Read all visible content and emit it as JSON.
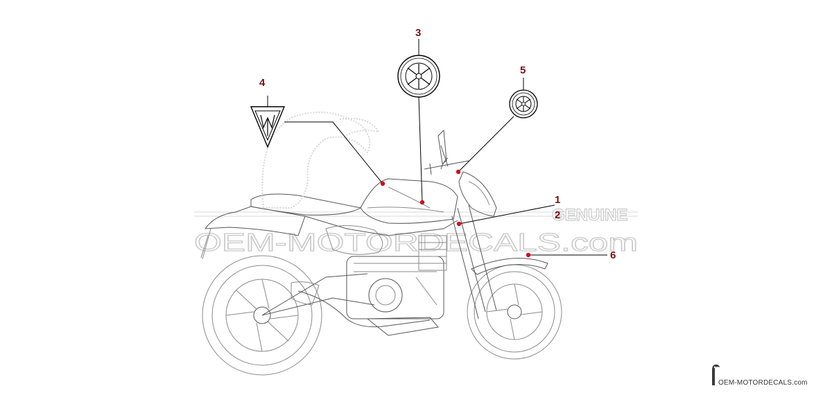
{
  "callouts": [
    {
      "id": "1",
      "label": "1"
    },
    {
      "id": "2",
      "label": "2"
    },
    {
      "id": "3",
      "label": "3"
    },
    {
      "id": "4",
      "label": "4"
    },
    {
      "id": "5",
      "label": "5"
    },
    {
      "id": "6",
      "label": "6"
    }
  ],
  "watermark": {
    "genuine": "GENUINE",
    "site": "OEM-MOTORDECALS.com"
  },
  "footer": {
    "site": "OEM-MOTORDECALS.com"
  },
  "colors": {
    "callout_text": "#7a0d10",
    "marker_dot": "#d0101a",
    "drawing_line": "#8a8a8a"
  },
  "icons": [
    "yamaha-tuning-fork-emblem-icon",
    "mt-tank-logo-icon",
    "toucan-logo-icon"
  ]
}
